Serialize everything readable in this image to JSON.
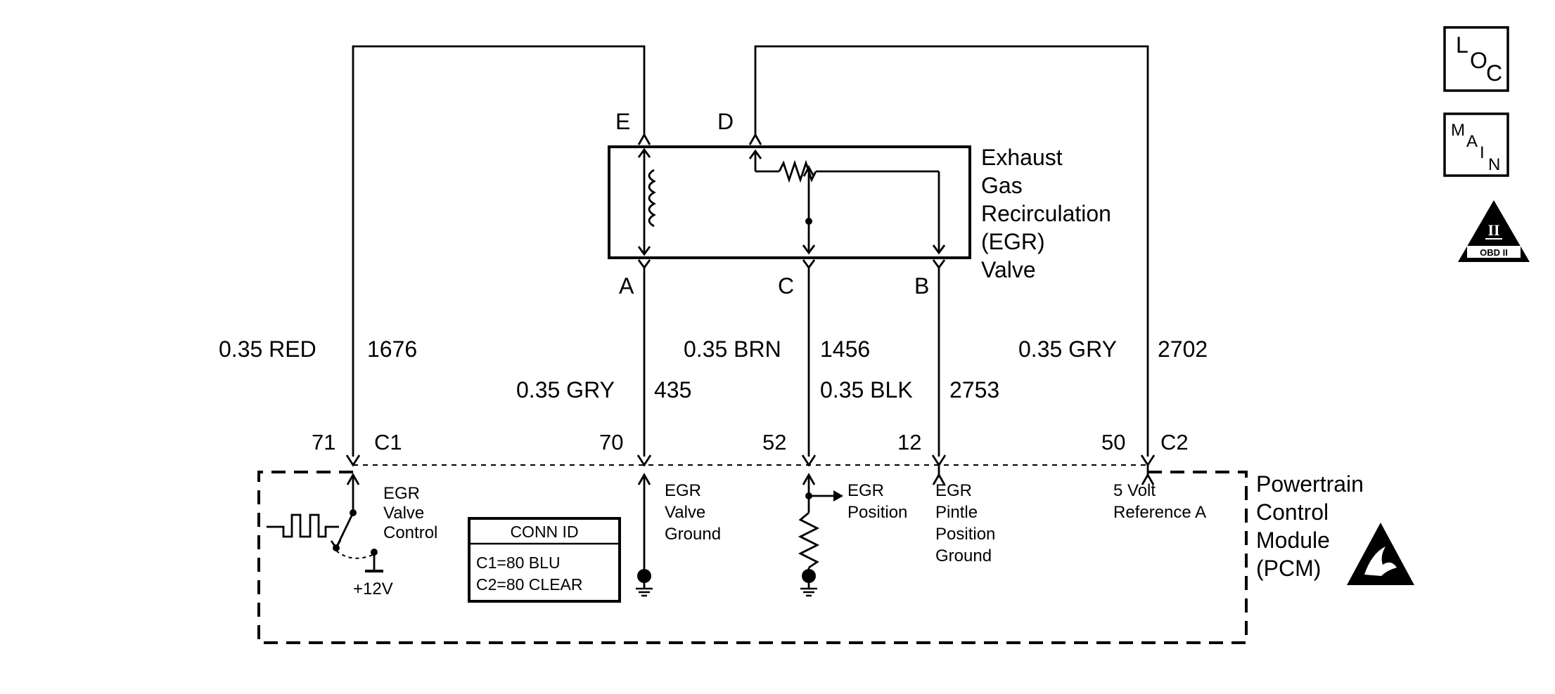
{
  "component": {
    "name_lines": [
      "Exhaust",
      "Gas",
      "Recirculation",
      "(EGR)",
      "Valve"
    ],
    "terminals": {
      "e": "E",
      "d": "D",
      "a": "A",
      "c": "C",
      "b": "B"
    }
  },
  "wires": {
    "red": {
      "size_color": "0.35 RED",
      "circuit": "1676"
    },
    "gry_435": {
      "size_color": "0.35 GRY",
      "circuit": "435"
    },
    "brn": {
      "size_color": "0.35 BRN",
      "circuit": "1456"
    },
    "blk": {
      "size_color": "0.35 BLK",
      "circuit": "2753"
    },
    "gry_2702": {
      "size_color": "0.35 GRY",
      "circuit": "2702"
    }
  },
  "pcm_pins": {
    "p71": "71",
    "c1": "C1",
    "p70": "70",
    "p52": "52",
    "p12": "12",
    "p50": "50",
    "c2": "C2"
  },
  "pcm_labels": {
    "egr_valve_control": [
      "EGR",
      "Valve",
      "Control"
    ],
    "supply": "+12V",
    "egr_valve_ground": [
      "EGR",
      "Valve",
      "Ground"
    ],
    "egr_position": [
      "EGR",
      "Position"
    ],
    "egr_pintle_ground": [
      "EGR",
      "Pintle",
      "Position",
      "Ground"
    ],
    "five_volt_ref": [
      "5 Volt",
      "Reference A"
    ]
  },
  "conn_id": {
    "header": "CONN ID",
    "c1": "C1=80 BLU",
    "c2": "C2=80 CLEAR"
  },
  "pcm_name_lines": [
    "Powertrain",
    "Control",
    "Module",
    "(PCM)"
  ],
  "legend": {
    "loc": {
      "l": "L",
      "o": "O",
      "c": "C"
    },
    "main": {
      "m": "M",
      "a": "A",
      "i": "I",
      "n": "N"
    },
    "obd": {
      "numeral": "II",
      "label": "OBD II"
    }
  }
}
